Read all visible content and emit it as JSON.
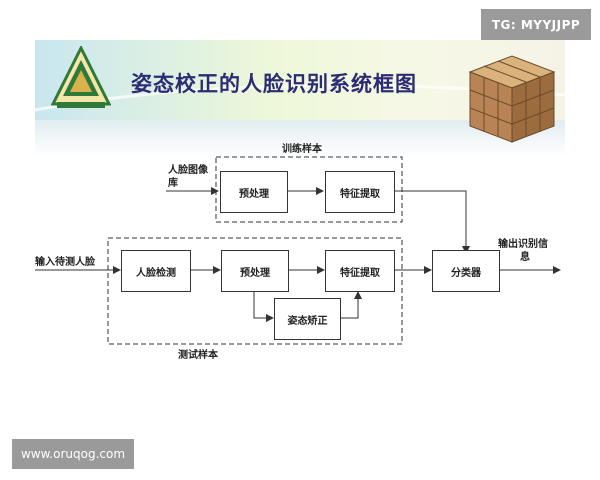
{
  "watermark": {
    "top": "TG: MYYJJPP",
    "bottom": "www.oruqog.com"
  },
  "slide": {
    "title": "姿态校正的人脸识别系统框图"
  },
  "diagram": {
    "train_group_label": "训练样本",
    "test_group_label": "测试样本",
    "inputs": {
      "face_db_line1": "人脸图像",
      "face_db_line2": "库",
      "test_input": "输入待测人脸"
    },
    "boxes": {
      "train_preprocess": "预处理",
      "train_feature": "特征提取",
      "face_detect": "人脸检测",
      "test_preprocess": "预处理",
      "test_feature": "特征提取",
      "pose_correct": "姿态矫正",
      "classifier": "分类器"
    },
    "output": {
      "line1": "输出识别信",
      "line2": "息"
    }
  },
  "colors": {
    "title": "#2c2c74",
    "logo_green": "#2f7a3a",
    "logo_gold": "#d8b24a"
  }
}
